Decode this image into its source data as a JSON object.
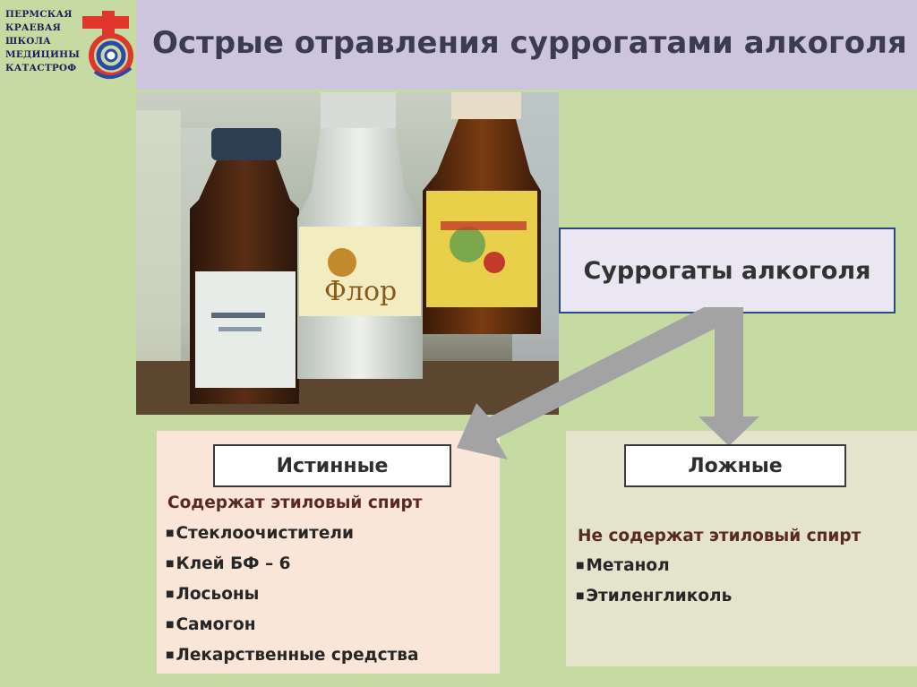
{
  "logo": {
    "lines": [
      "ПЕРМСКАЯ",
      "КРАЕВАЯ",
      "ШКОЛА",
      "МЕДИЦИНЫ",
      "КАТАСТРОФ"
    ]
  },
  "title": "Острые отравления суррогатами алкоголя",
  "surrogates_label": "Суррогаты алкоголя",
  "true_group": {
    "label": "Истинные",
    "description": "Содержат этиловый спирт",
    "items": [
      "Стеклоочистители",
      "Клей БФ – 6",
      "Лосьоны",
      "Самогон",
      "Лекарственные средства"
    ]
  },
  "false_group": {
    "label": "Ложные",
    "description": "Не содержат  этиловый спирт",
    "items": [
      "Метанол",
      "Этиленгликоль"
    ]
  },
  "bullet_char": "■",
  "colors": {
    "background": "#c6dba1",
    "title_bar": "#cdc4de",
    "arrow": "#a3a3a3",
    "true_panel": "#fae6d9",
    "false_panel": "#e3e4cb"
  }
}
